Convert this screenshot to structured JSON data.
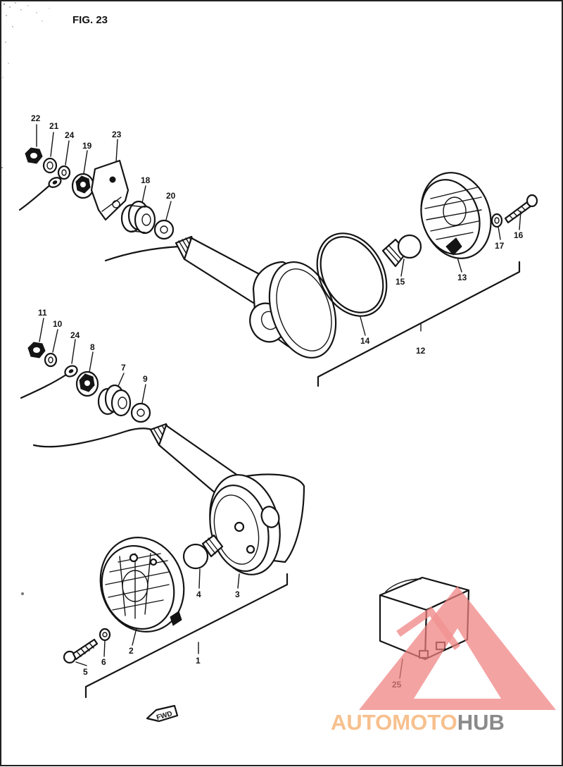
{
  "figure": {
    "title": "FIG. 23"
  },
  "callouts": {
    "p1": "1",
    "p2": "2",
    "p3": "3",
    "p4": "4",
    "p5": "5",
    "p6": "6",
    "p7": "7",
    "p8": "8",
    "p9": "9",
    "p10": "10",
    "p11": "11",
    "p12": "12",
    "p13": "13",
    "p14": "14",
    "p15": "15",
    "p16": "16",
    "p17": "17",
    "p18": "18",
    "p19": "19",
    "p20": "20",
    "p21": "21",
    "p22": "22",
    "p23": "23",
    "p24a": "24",
    "p24b": "24",
    "p25": "25"
  },
  "direction_marker": {
    "text": "FWD",
    "icon": "arrow-left-icon"
  },
  "watermark": {
    "part_orange": "AUTOMOTO",
    "part_grey": "HUB",
    "colors": {
      "triangle": "#f08080",
      "orange": "#f7c08e",
      "grey": "#8a8a8a"
    }
  }
}
